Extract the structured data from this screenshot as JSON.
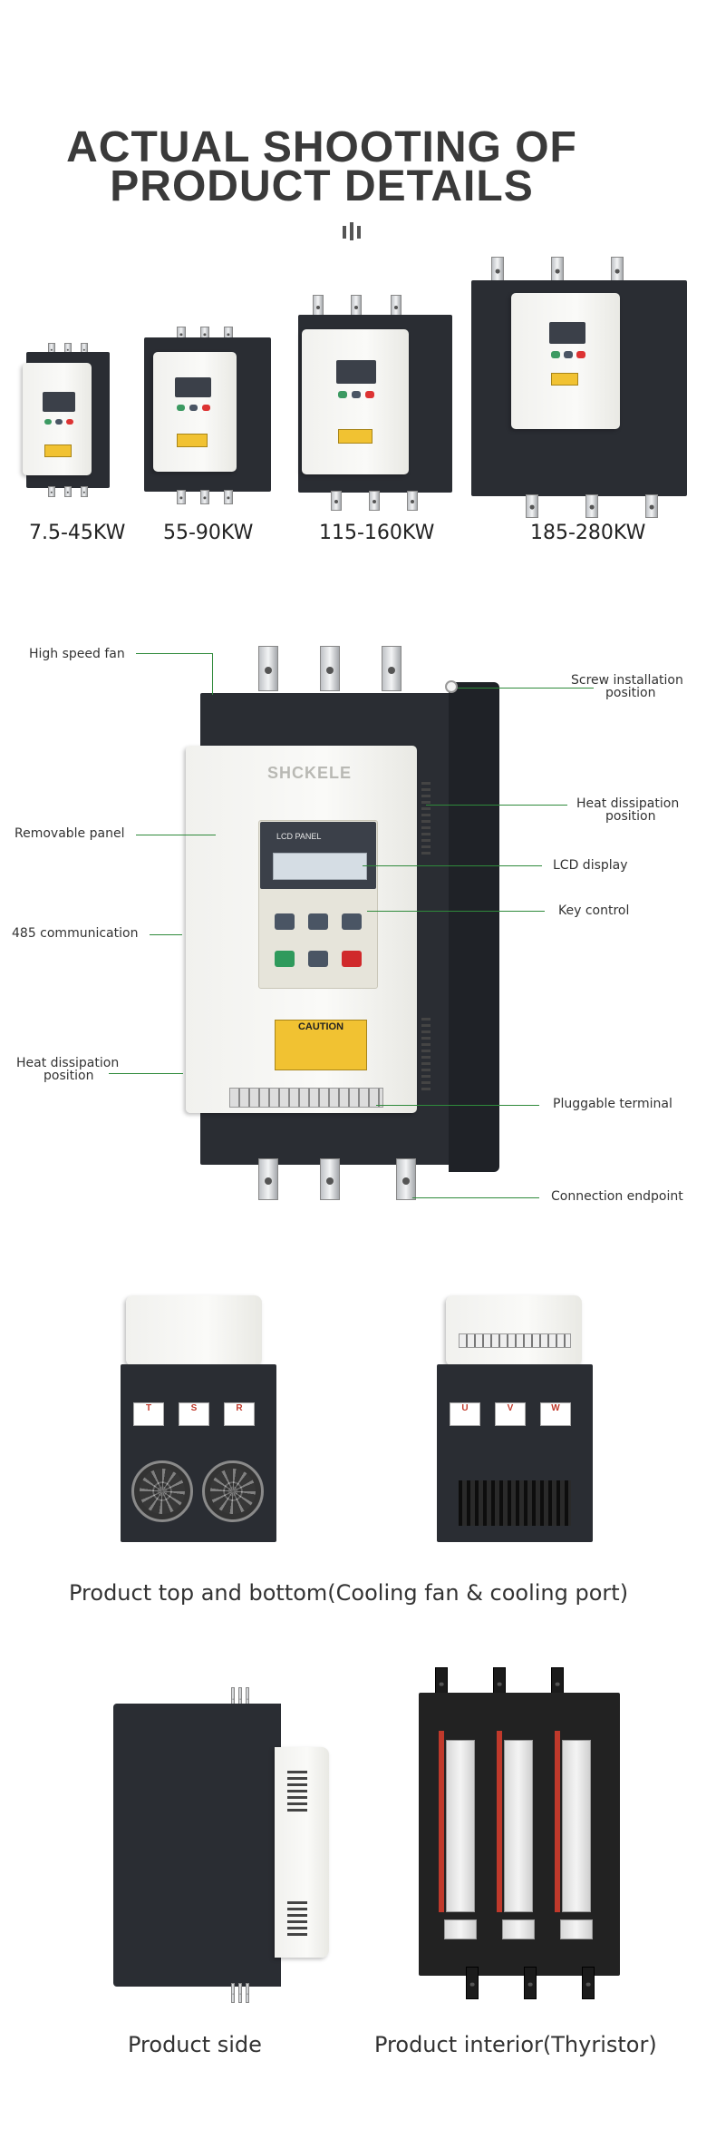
{
  "title": {
    "line1": "ACTUAL SHOOTING OF",
    "line2": "PRODUCT DETAILS"
  },
  "models": [
    {
      "label": "7.5-45KW"
    },
    {
      "label": "55-90KW"
    },
    {
      "label": "115-160KW"
    },
    {
      "label": "185-280KW"
    }
  ],
  "brand": "SHCKELE",
  "lcd_panel_label": "LCD PANEL",
  "caution_label": "CAUTION",
  "callouts": {
    "high_speed_fan": "High speed fan",
    "screw_installation_position_1": "Screw installation",
    "screw_installation_position_2": "position",
    "removable_panel": "Removable panel",
    "heat_dissipation_right_1": "Heat dissipation",
    "heat_dissipation_right_2": "position",
    "lcd_display": "LCD display",
    "key_control": "Key control",
    "communication_485": "485 communication",
    "heat_dissipation_left_1": "Heat dissipation",
    "heat_dissipation_left_2": "position",
    "pluggable_terminal": "Pluggable terminal",
    "connection_endpoint": "Connection endpoint"
  },
  "top_terminals": [
    "T",
    "S",
    "R"
  ],
  "bottom_terminals": [
    "U",
    "V",
    "W"
  ],
  "captions": {
    "top_bottom": "Product top and bottom(Cooling fan & cooling port)",
    "side": "Product side",
    "interior": "Product interior(Thyristor)"
  },
  "colors": {
    "title": "#3a3a3a",
    "housing": "#2a2d33",
    "panel": "#f4f4f1",
    "callout_line": "#2f8a3b",
    "caution": "#f1c232"
  }
}
